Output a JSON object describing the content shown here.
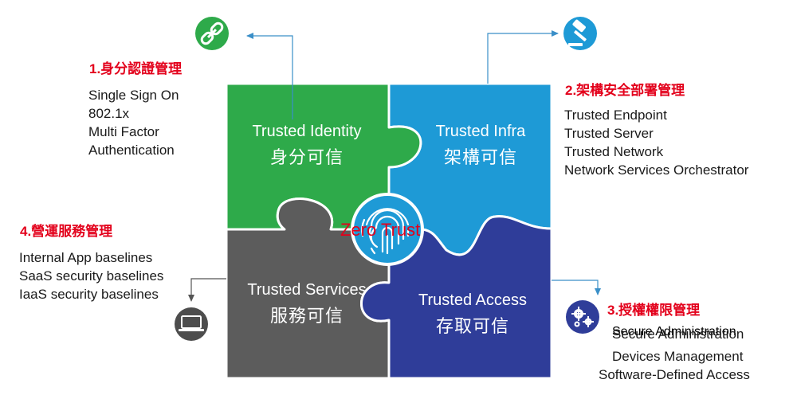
{
  "center": {
    "label": "Zero Trust",
    "icon": "fingerprint-icon"
  },
  "pieces": {
    "identity": {
      "en": "Trusted Identity",
      "zh": "身分可信",
      "color": "#2eaa4a"
    },
    "infra": {
      "en": "Trusted Infra",
      "zh": "架構可信",
      "color": "#1e9ad6"
    },
    "services": {
      "en": "Trusted Services",
      "zh": "服務可信",
      "color": "#5c5c5c"
    },
    "access": {
      "en": "Trusted Access",
      "zh": "存取可信",
      "color": "#2f3d99"
    }
  },
  "sections": {
    "identity_mgmt": {
      "title": "1.身分認證管理",
      "icon": "link-icon",
      "icon_color": "#2eaa4a",
      "items": [
        "Single Sign On",
        "802.1x",
        "Multi Factor",
        "Authentication"
      ]
    },
    "infra_mgmt": {
      "title": "2.架構安全部署管理",
      "icon": "gavel-icon",
      "icon_color": "#1e9ad6",
      "items": [
        "Trusted Endpoint",
        "Trusted Server",
        "Trusted Network",
        "Network Services Orchestrator"
      ]
    },
    "access_mgmt": {
      "title": "3.授權權限管理",
      "icon": "gears-icon",
      "icon_color": "#2f3d99",
      "items": [
        "Secure  Administration",
        "Devices Management",
        "Software-Defined  Access"
      ]
    },
    "ops_mgmt": {
      "title": "4.營運服務管理",
      "icon": "laptop-icon",
      "icon_color": "#4d4d4d",
      "items": [
        "Internal App baselines",
        "SaaS security baselines",
        "IaaS security baselines"
      ]
    }
  }
}
